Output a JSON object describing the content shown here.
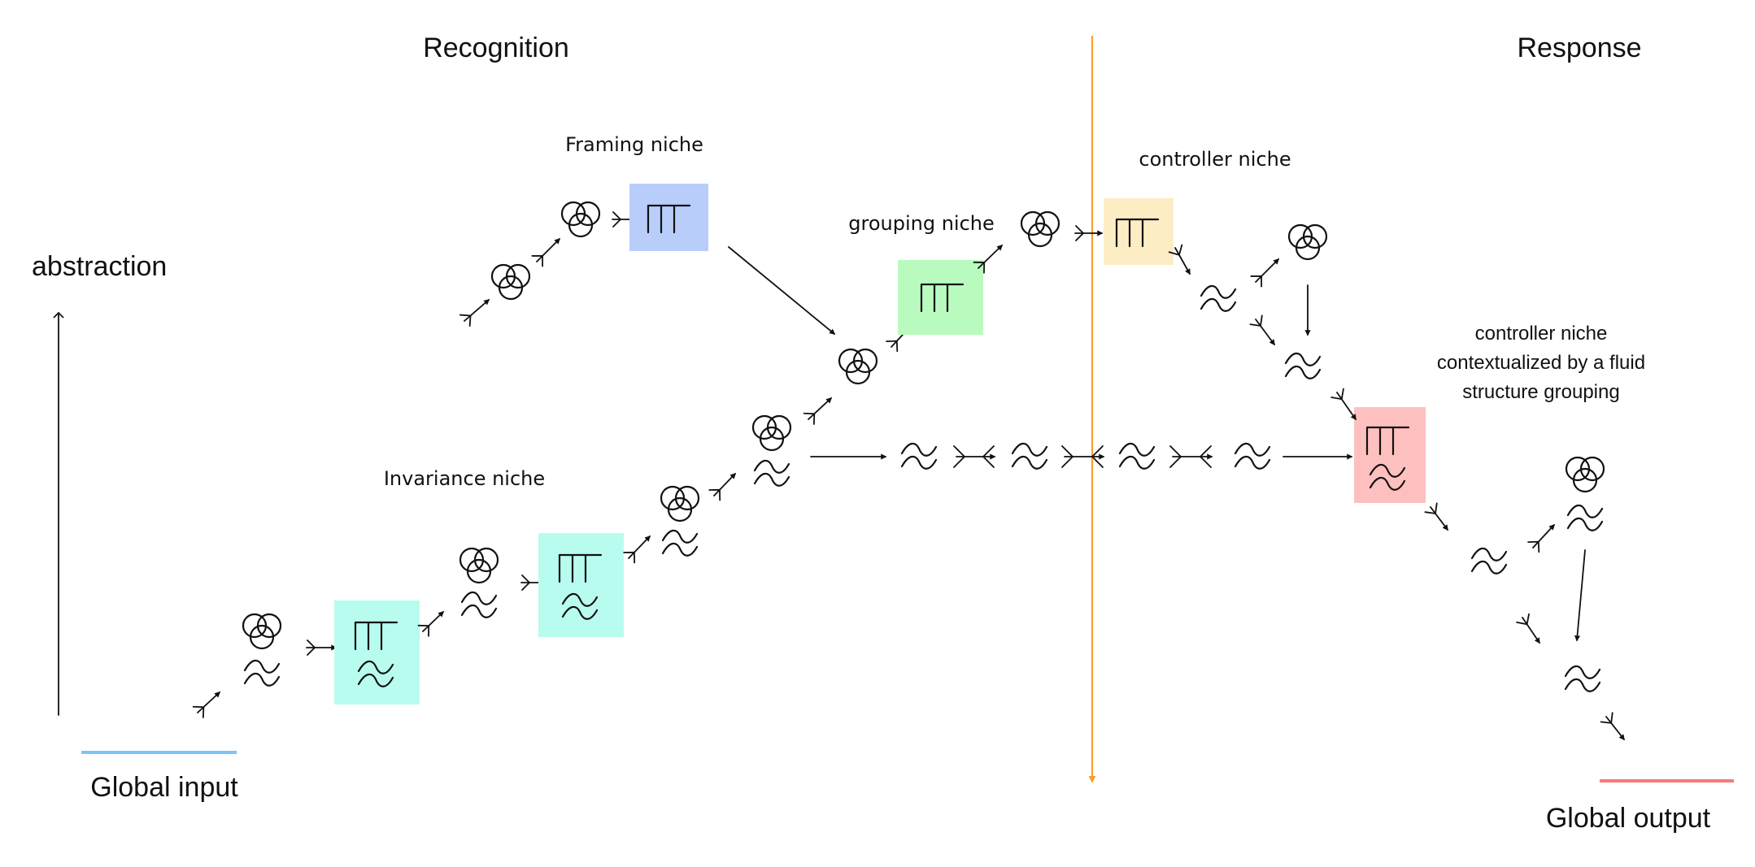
{
  "headings": {
    "recognition": "Recognition",
    "response": "Response",
    "abstraction": "abstraction",
    "global_input": "Global input",
    "global_output": "Global output"
  },
  "niches": {
    "framing": "Framing niche",
    "grouping": "grouping niche",
    "invariance": "Invariance niche",
    "controller": "controller niche",
    "controller_contextualized": [
      "controller niche",
      "contextualized by a fluid",
      "structure grouping"
    ]
  },
  "colors": {
    "divider": "#f5a02a",
    "global_input_line": "#7cc4fa",
    "global_output_line": "#f47a7a",
    "framing_box": "#b9cdfb",
    "grouping_box": "#b9fbbf",
    "invariance_box": "#b8fcf0",
    "controller_box": "#fdedc4",
    "controller_context_box": "#fec0be",
    "ink": "#111111"
  },
  "icon_legend": {
    "venn": "three-circle-venn-icon",
    "wave": "double-wave-icon",
    "comb": "comb-bracket-icon",
    "arrow": "feathered-arrow-icon"
  }
}
